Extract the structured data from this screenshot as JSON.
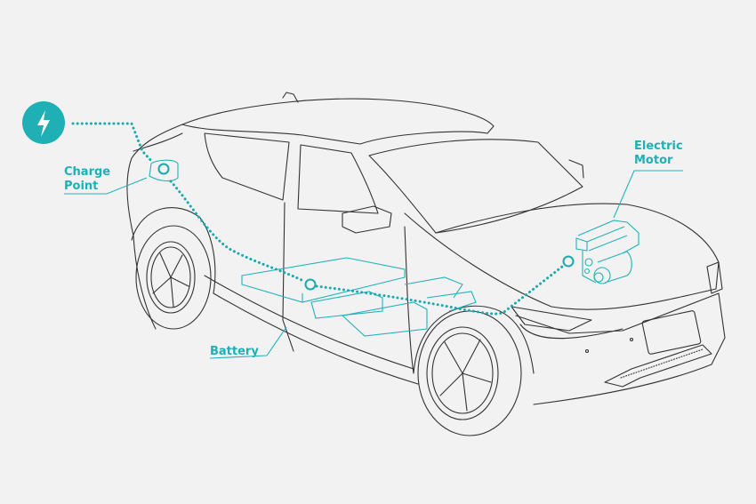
{
  "diagram": {
    "subject": "Electric vehicle components",
    "accent_color": "#1fb0b5",
    "background_color": "#f2f2f2",
    "icon": "lightning-bolt-icon",
    "labels": {
      "charge_point": [
        "Charge",
        "Point"
      ],
      "electric_motor": [
        "Electric",
        "Motor"
      ],
      "battery": "Battery"
    }
  }
}
